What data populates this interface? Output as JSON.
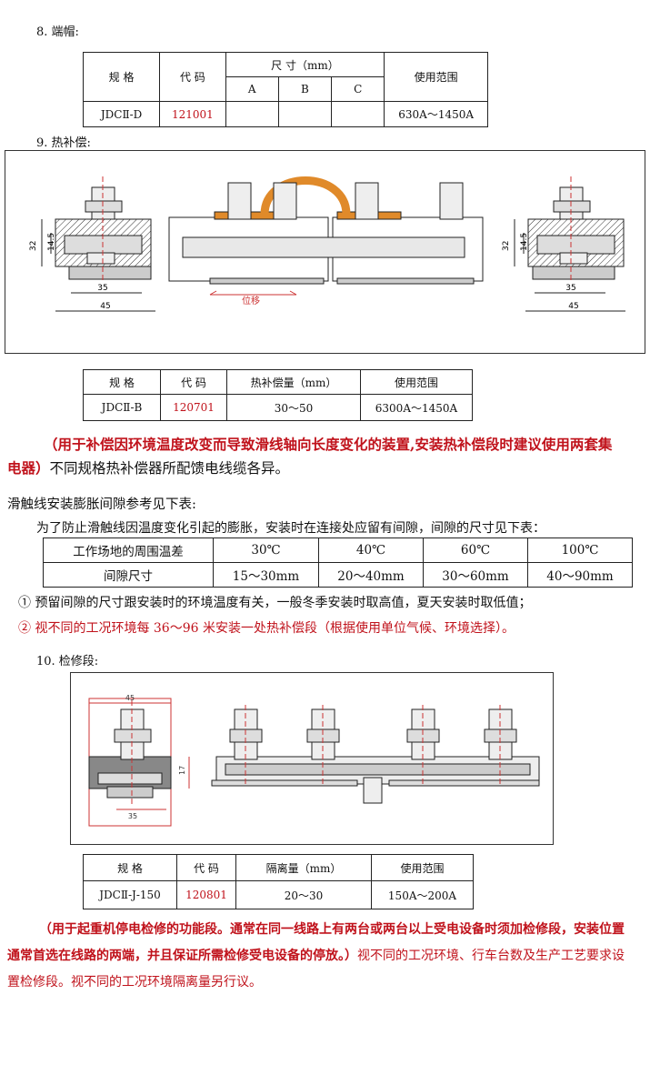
{
  "s8": {
    "title": "8.  端帽:",
    "headers": {
      "spec": "规  格",
      "code": "代  码",
      "size": "尺  寸（mm）",
      "a": "A",
      "b": "B",
      "c": "C",
      "range": "使用范围"
    },
    "row": {
      "spec": "JDCⅡ-D",
      "code": "121001",
      "a": "",
      "b": "",
      "c": "",
      "range": "630A～1450A"
    }
  },
  "s9": {
    "title": "9.  热补偿:",
    "dims": {
      "h32": "32",
      "h145": "14.5",
      "w35": "35",
      "w45": "45",
      "shift": "位移"
    },
    "headers": {
      "spec": "规  格",
      "code": "代  码",
      "comp": "热补偿量（mm）",
      "range": "使用范围"
    },
    "row": {
      "spec": "JDCⅡ-B",
      "code": "120701",
      "comp": "30～50",
      "range": "6300A～1450A"
    },
    "note_red": "（用于补偿因环境温度改变而导致滑线轴向长度变化的装置,安装热补偿段时建议使用两套集电器）",
    "note_black": "不同规格热补偿器所配馈电线缆各异。"
  },
  "gap": {
    "title": "滑触线安装膨胀间隙参考见下表:",
    "intro": "为了防止滑触线因温度变化引起的膨胀，安装时在连接处应留有间隙，间隙的尺寸见下表：",
    "row1_label": "工作场地的周围温差",
    "temps": [
      "30℃",
      "40℃",
      "60℃",
      "100℃"
    ],
    "row2_label": "间隙尺寸",
    "gaps": [
      "15～30mm",
      "20～40mm",
      "30～60mm",
      "40～90mm"
    ],
    "note1": "①  预留间隙的尺寸跟安装时的环境温度有关，一般冬季安装时取高值，夏天安装时取低值；",
    "note2": "②  视不同的工况环境每 36～96 米安装一处热补偿段（根据使用单位气候、环境选择）。"
  },
  "s10": {
    "title": "10. 检修段:",
    "dims": {
      "w45": "45",
      "h17": "17",
      "w35": "35"
    },
    "headers": {
      "spec": "规  格",
      "code": "代  码",
      "dist": "隔离量（mm）",
      "range": "使用范围"
    },
    "row": {
      "spec": "JDCⅡ-J-150",
      "code": "120801",
      "dist": "20～30",
      "range": "150A～200A"
    },
    "note_red": "（用于起重机停电检修的功能段。通常在同一线路上有两台或两台以上受电设备时须加检修段，安装位置通常首选在线路的两端，并且保证所需检修受电设备的停放。）",
    "note_black": "视不同的工况环境、行车台数及生产工艺要求设置检修段。视不同的工况环境隔离量另行议。"
  }
}
